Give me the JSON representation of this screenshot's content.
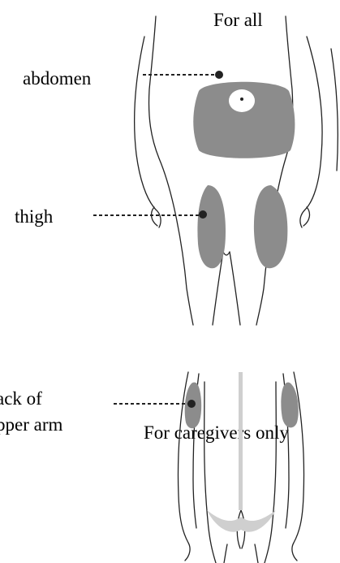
{
  "titles": {
    "for_all": "For all",
    "for_caregivers": "For caregivers only"
  },
  "sites": {
    "abdomen": "abdomen",
    "thigh": "thigh",
    "upper_arm_line1": "ack of",
    "upper_arm_line2": "pper arm"
  },
  "colors": {
    "injection_area": "#8c8c8c",
    "outline": "#222222",
    "leader_line": "#222222"
  }
}
